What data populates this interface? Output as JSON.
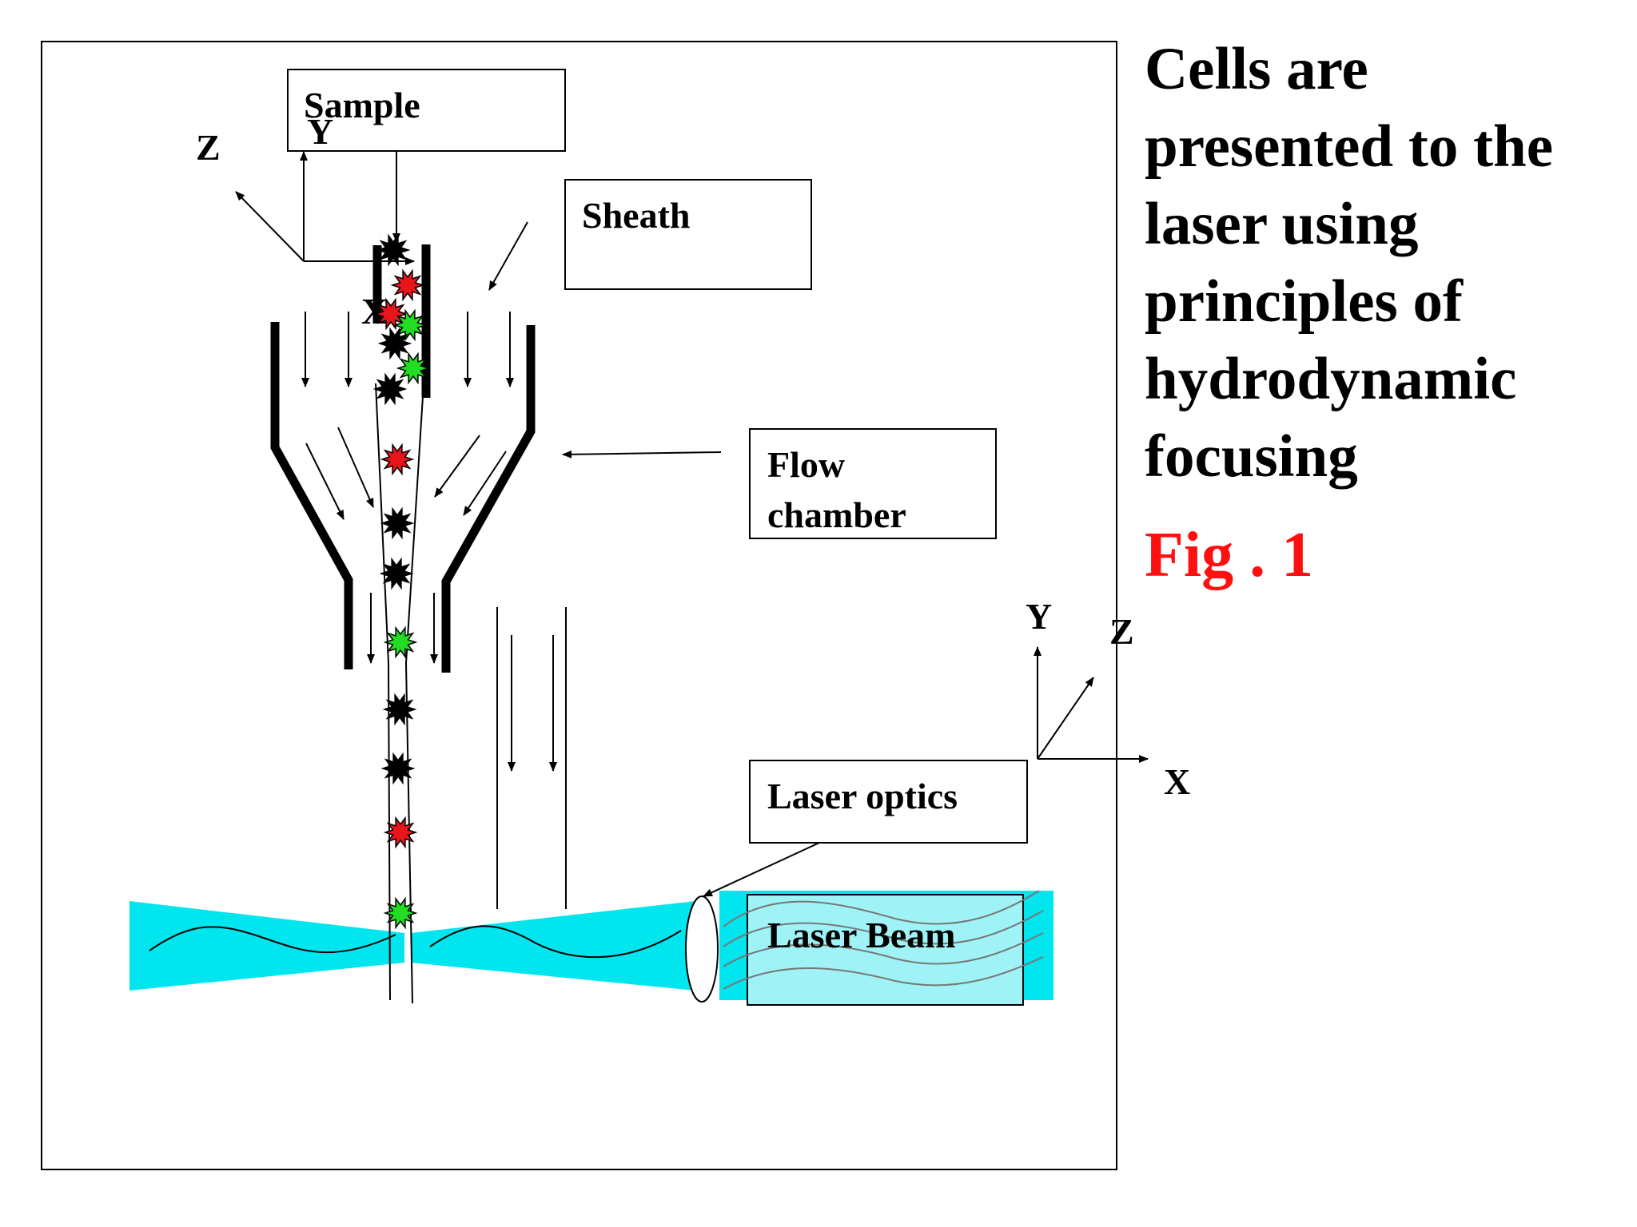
{
  "diagram": {
    "labels": {
      "sample": "Sample",
      "sheath": "Sheath",
      "flow_chamber_line1": "Flow",
      "flow_chamber_line2": "chamber",
      "laser_optics": "Laser optics",
      "laser_beam": "Laser Beam"
    },
    "axes_top": {
      "z": "Z",
      "y": "Y",
      "x": "X"
    },
    "axes_right": {
      "y": "Y",
      "z": "Z",
      "x": "X"
    },
    "colors": {
      "laser": "#00e5ee",
      "cell_red": "#e8151b",
      "cell_green": "#22dd22",
      "cell_black": "#000000",
      "fig_label": "#ff1010"
    },
    "cells": [
      "black",
      "red",
      "red",
      "green",
      "black",
      "green",
      "black",
      "red",
      "black",
      "black",
      "green",
      "black",
      "black",
      "red",
      "green"
    ]
  },
  "caption": {
    "lines": [
      "Cells are",
      "presented to the",
      "laser using",
      "principles of",
      "hydrodynamic",
      "focusing"
    ],
    "fig_label": "Fig . 1"
  }
}
